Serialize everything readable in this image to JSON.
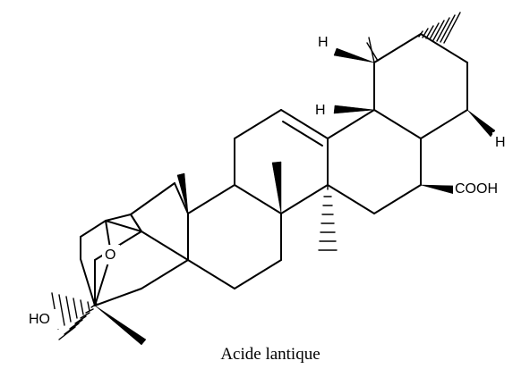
{
  "diagram": {
    "caption": "Acide lantique",
    "labels": {
      "h_top": "H",
      "h_mid": "H",
      "h_right": "H",
      "cooh": "COOH",
      "oxygen": "O",
      "hydroxyl": "HO"
    }
  }
}
